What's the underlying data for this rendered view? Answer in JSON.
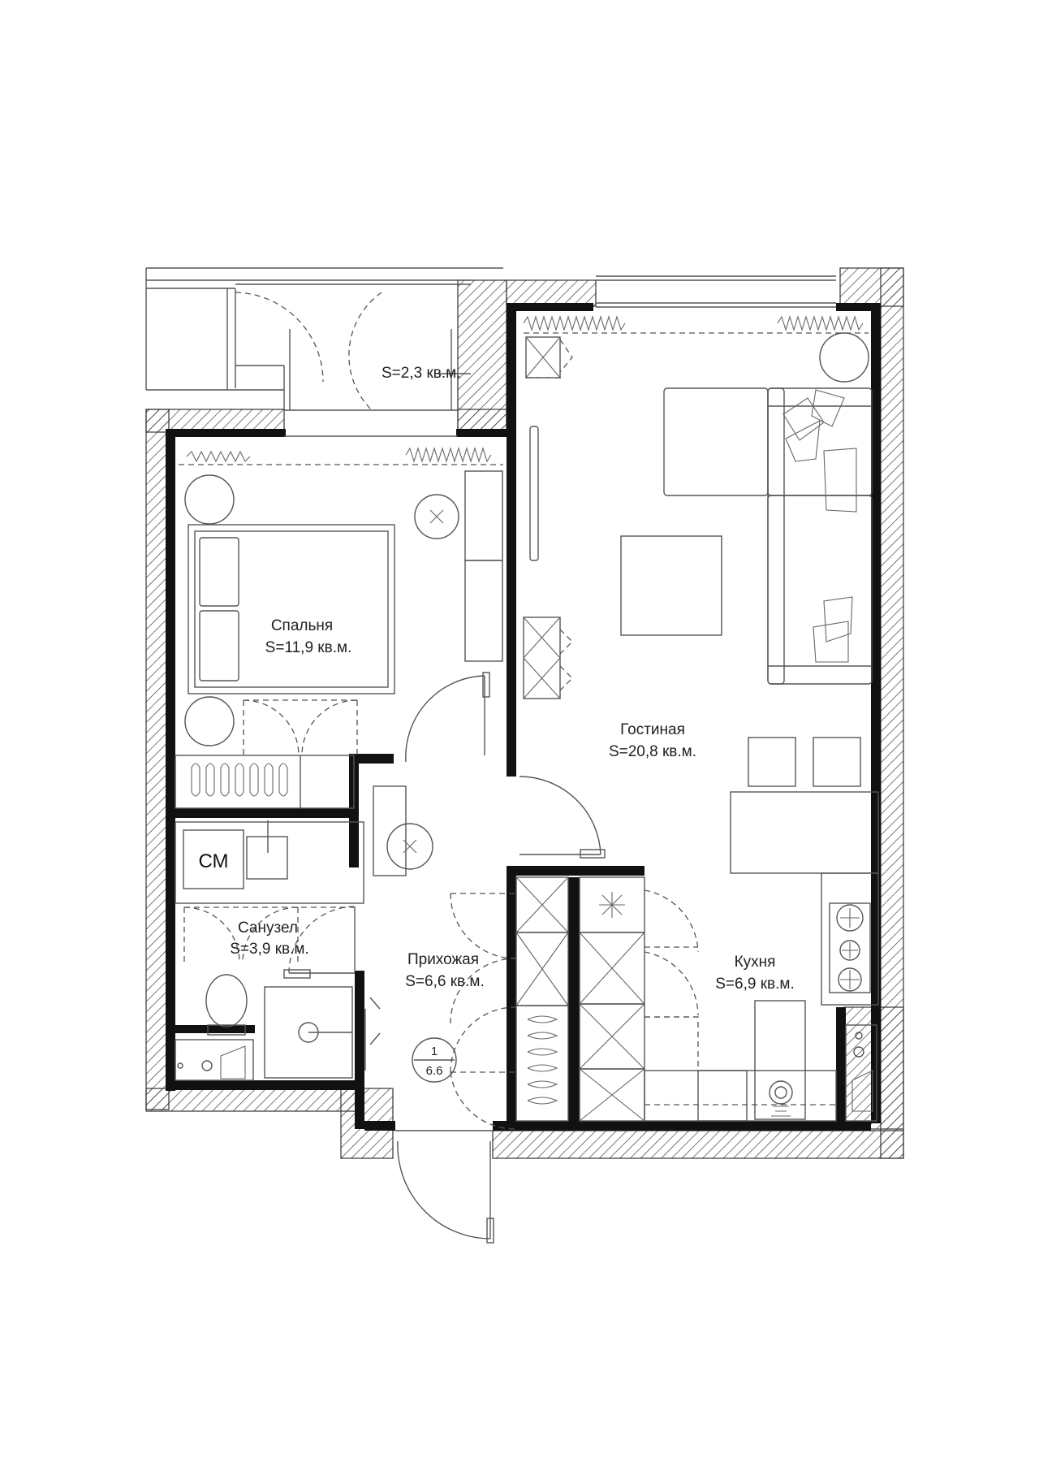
{
  "rooms": {
    "balcony": {
      "area": "S=2,3 кв.м."
    },
    "bedroom": {
      "name": "Спальня",
      "area": "S=11,9 кв.м."
    },
    "living": {
      "name": "Гостиная",
      "area": "S=20,8 кв.м."
    },
    "bathroom": {
      "name": "Санузел",
      "area": "S=3,9 кв.м."
    },
    "hallway": {
      "name": "Прихожая",
      "area": "S=6,6 кв.м."
    },
    "kitchen": {
      "name": "Кухня",
      "area": "S=6,9 кв.м."
    }
  },
  "fixtures": {
    "washer_label": "СМ"
  },
  "marker": {
    "top": "1",
    "bottom": "6.6"
  }
}
